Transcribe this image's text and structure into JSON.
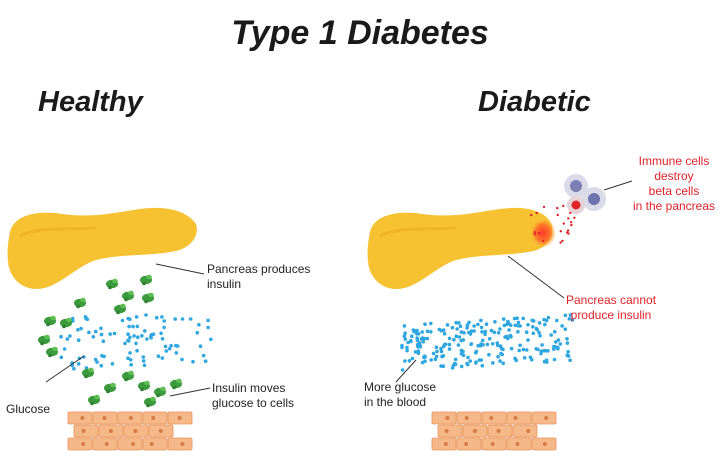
{
  "title": "Type 1 Diabetes",
  "healthy": {
    "heading": "Healthy",
    "pancreas_label": [
      "Pancreas produces",
      "insulin"
    ],
    "insulin_label": [
      "Insulin moves",
      "glucose to cells"
    ],
    "glucose_label": "Glucose"
  },
  "diabetic": {
    "heading": "Diabetic",
    "immune_label": [
      "Immune cells",
      "destroy",
      "beta cells",
      "in the pancreas"
    ],
    "pancreas_label": [
      "Pancreas cannot",
      "produce insulin"
    ],
    "glucose_label": [
      "More glucose",
      "in the blood"
    ]
  },
  "colors": {
    "pancreas": "#f6c232",
    "insulin": "#3a9a3c",
    "glucose": "#2ea7e0",
    "cells": "#f5b888",
    "accent_red": "#e0232a"
  }
}
